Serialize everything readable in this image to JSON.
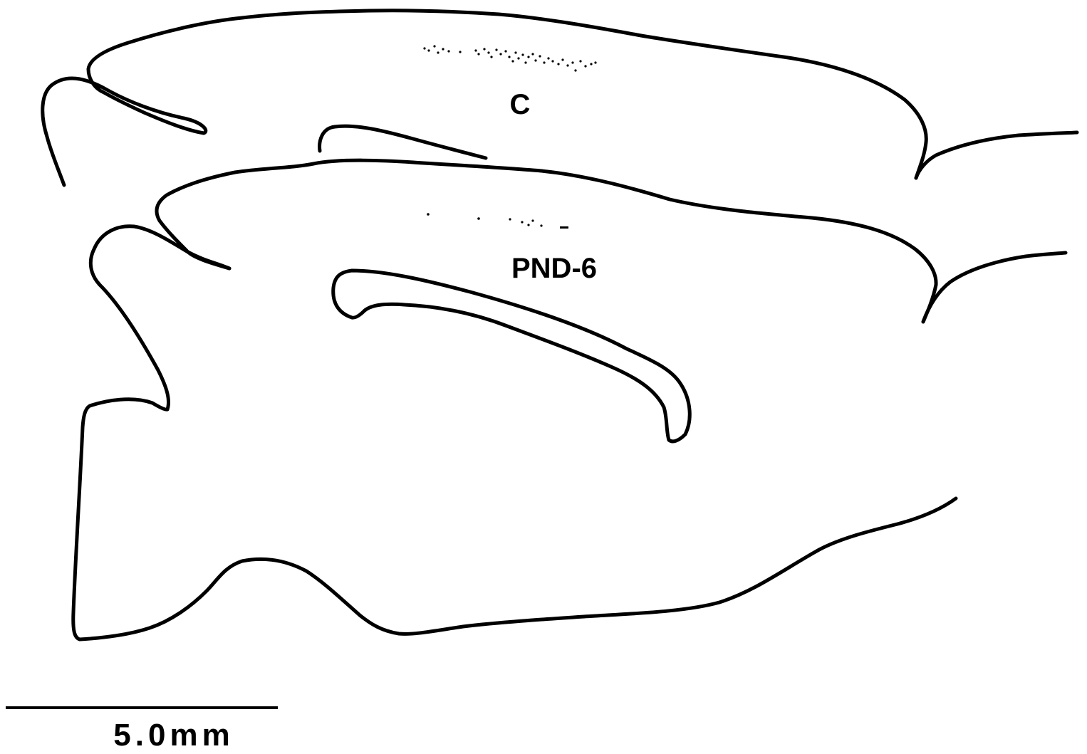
{
  "figure": {
    "sections": [
      {
        "id": "control",
        "label": "C"
      },
      {
        "id": "pnd6",
        "label": "PND-6"
      }
    ],
    "scale_bar": {
      "label": "5.0mm"
    },
    "colors": {
      "ink": "#000000",
      "background": "#ffffff"
    }
  }
}
